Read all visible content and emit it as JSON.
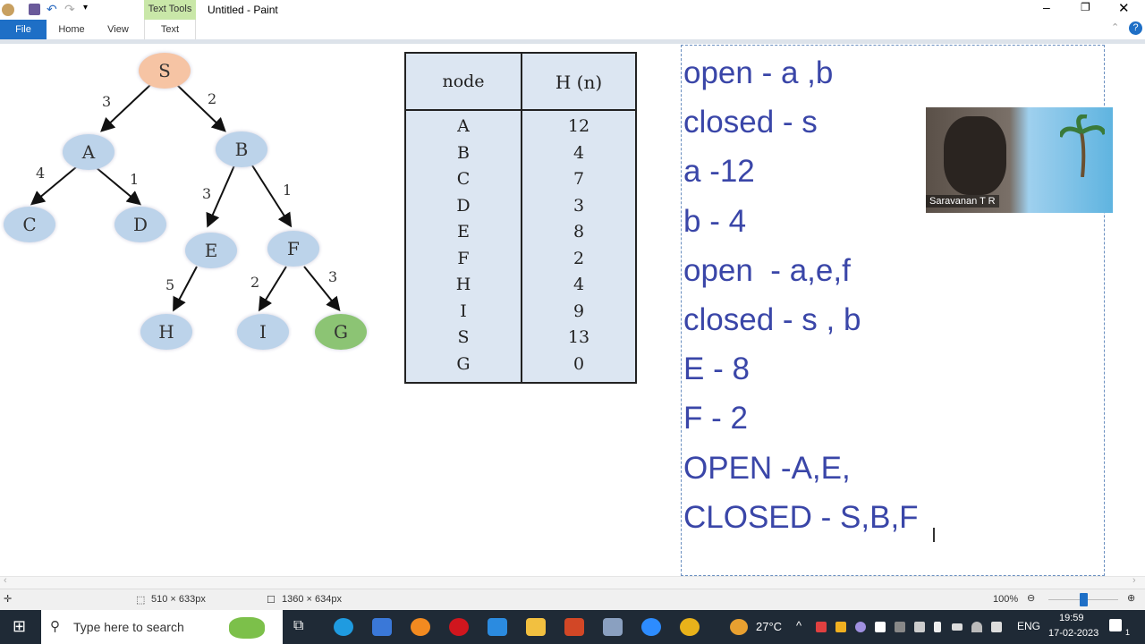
{
  "window": {
    "title": "Untitled - Paint",
    "context_tab": "Text Tools"
  },
  "ribbon": {
    "tabs": [
      "File",
      "Home",
      "View",
      "Text"
    ]
  },
  "tree": {
    "nodes": [
      {
        "label": "S"
      },
      {
        "label": "A"
      },
      {
        "label": "B"
      },
      {
        "label": "C"
      },
      {
        "label": "D"
      },
      {
        "label": "E"
      },
      {
        "label": "F"
      },
      {
        "label": "H"
      },
      {
        "label": "I"
      },
      {
        "label": "G"
      }
    ],
    "edge_weights": {
      "S-A": "3",
      "S-B": "2",
      "A-C": "4",
      "A-D": "1",
      "B-E": "3",
      "B-F": "1",
      "E-H": "5",
      "F-I": "2",
      "F-G": "3"
    },
    "colors": {
      "start": "#f6c4a4",
      "goal": "#8cc474",
      "default": "#bcd3ea"
    }
  },
  "heuristic_table": {
    "headers": [
      "node",
      "H (n)"
    ],
    "rows": [
      [
        "A",
        "12"
      ],
      [
        "B",
        "4"
      ],
      [
        "C",
        "7"
      ],
      [
        "D",
        "3"
      ],
      [
        "E",
        "8"
      ],
      [
        "F",
        "2"
      ],
      [
        "H",
        "4"
      ],
      [
        "I",
        "9"
      ],
      [
        "S",
        "13"
      ],
      [
        "G",
        "0"
      ]
    ]
  },
  "notes": [
    "open - a ,b",
    "closed - s",
    "a -12",
    "b - 4",
    "open  - a,e,f",
    "closed - s , b",
    "E - 8",
    "F - 2",
    "OPEN -A,E,",
    "CLOSED - S,B,F"
  ],
  "text_color": "#3a46a8",
  "video": {
    "name": "Saravanan T R"
  },
  "status": {
    "selection_size": "510 × 633px",
    "canvas_size": "1360 × 634px",
    "zoom": "100%",
    "zoom_level_percent": 100
  },
  "taskbar": {
    "search_placeholder": "Type here to search",
    "weather": "27°C",
    "language": "ENG",
    "time": "19:59",
    "date": "17-02-2023",
    "notifications": "1"
  }
}
